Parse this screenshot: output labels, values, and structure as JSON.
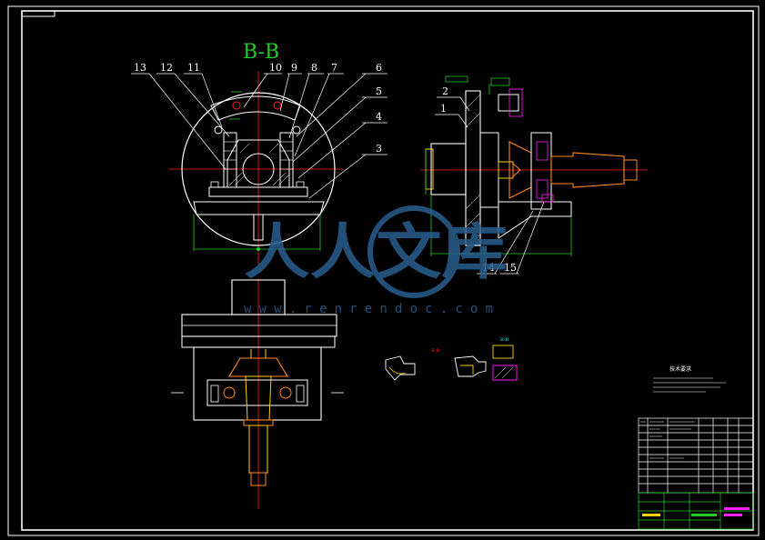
{
  "drawing": {
    "section_title": "B-B",
    "section_small_label": "B-B",
    "callouts_left": [
      "13",
      "12",
      "11",
      "10",
      "9",
      "8",
      "7",
      "6",
      "5",
      "4",
      "3"
    ],
    "callouts_right": [
      "2",
      "1",
      "14",
      "15"
    ],
    "tech_requirements_title": "技术要求",
    "watermark_text": "人人文库",
    "watermark_url": "www.renrendoc.com",
    "colors": {
      "background": "#000000",
      "frame": "#ffffff",
      "outline": "#ffffff",
      "centerline": "#ff2020",
      "dimension": "#22cc22",
      "part_yellow": "#ffd200",
      "part_orange": "#ff8a1e",
      "part_magenta": "#ff20ff",
      "part_cyan": "#20e0ff",
      "watermark": "#2a5f8f"
    }
  }
}
